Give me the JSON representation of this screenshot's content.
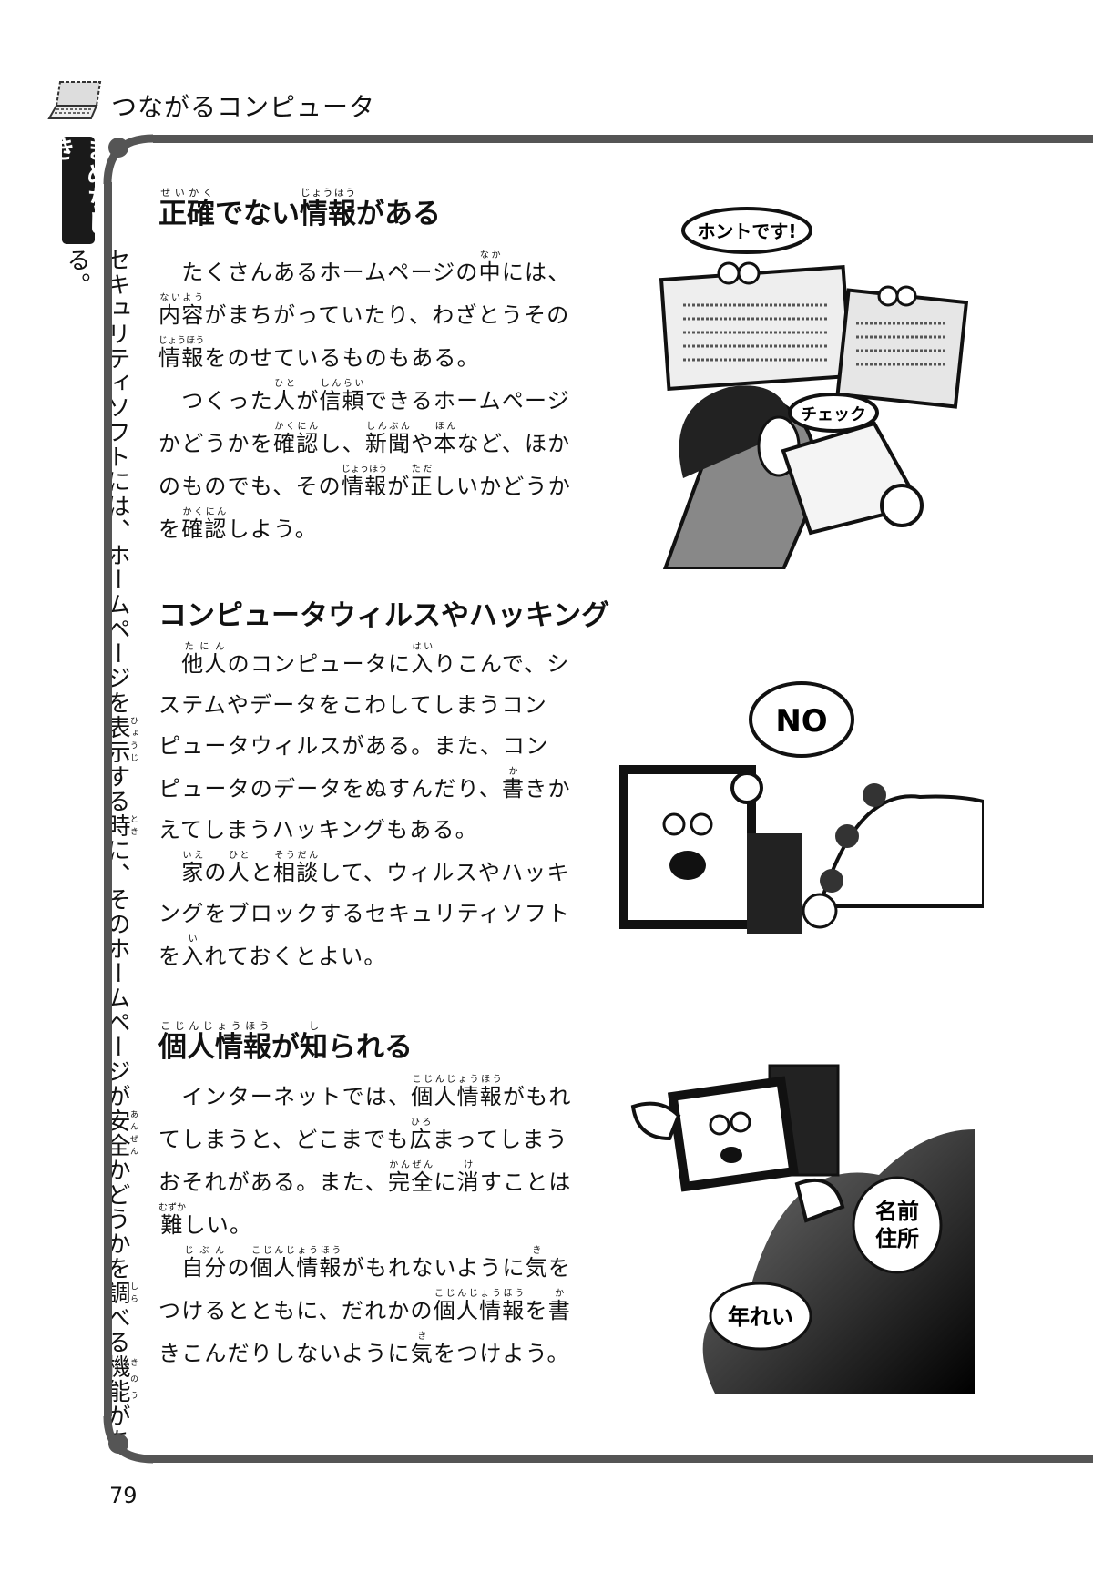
{
  "header": {
    "title": "つながるコンピュータ",
    "icon": "laptop-icon"
  },
  "sidebar": {
    "tag": "まめちしき",
    "text": "セキュリティソフトには、ホームページを[表示|ひょうじ]する[時|とき]に、そのホームページが[安全|あんぜん]かどうかを[調|しら]べる[機能|きのう]がある。"
  },
  "sections": [
    {
      "title": "[正確|せいかく]でない[情報|じょうほう]がある",
      "lines": [
        "　たくさんあるホームページの[中|なか]には、",
        "[内容|ないよう]がまちがっていたり、わざとうその",
        "[情報|じょうほう]をのせているものもある。",
        "　つくった[人|ひと]が[信頼|しんらい]できるホームページ",
        "かどうかを[確認|かくにん]し、[新聞|しんぶん]や[本|ほん]など、ほか",
        "のものでも、その[情報|じょうほう]が[正|ただ]しいかどうか",
        "を[確認|かくにん]しよう。"
      ],
      "illustration": {
        "bubble_1": "ホントです!",
        "bubble_2": "チェック"
      }
    },
    {
      "title": "コンピュータウィルスやハッキング",
      "lines": [
        "　[他人|たにん]のコンピュータに[入|はい]りこんで、シ",
        "ステムやデータをこわしてしまうコン",
        "ピュータウィルスがある。また、コン",
        "ピュータのデータをぬすんだり、[書|か]きか",
        "えてしまうハッキングもある。",
        "　[家|いえ]の[人|ひと]と[相談|そうだん]して、ウィルスやハッキ",
        "ングをブロックするセキュリティソフト",
        "を[入|い]れておくとよい。"
      ],
      "illustration": {
        "bubble_1": "NO"
      }
    },
    {
      "title": "[個人情報|こじんじょうほう]が[知|し]られる",
      "lines": [
        "　インターネットでは、[個人情報|こじんじょうほう]がもれ",
        "てしまうと、どこまでも[広|ひろ]まってしまう",
        "おそれがある。また、[完全|かんぜん]に[消|け]すことは",
        "[難|むずか]しい。",
        "　[自分|じぶん]の[個人情報|こじんじょうほう]がもれないように[気|き]を",
        "つけるとともに、だれかの[個人情報|こじんじょうほう]を[書|か]",
        "きこんだりしないように[気|き]をつけよう。"
      ],
      "illustration": {
        "bubble_1_line1": "名前",
        "bubble_1_line2": "住所",
        "bubble_2": "年れい"
      }
    }
  ],
  "page_number": "79"
}
